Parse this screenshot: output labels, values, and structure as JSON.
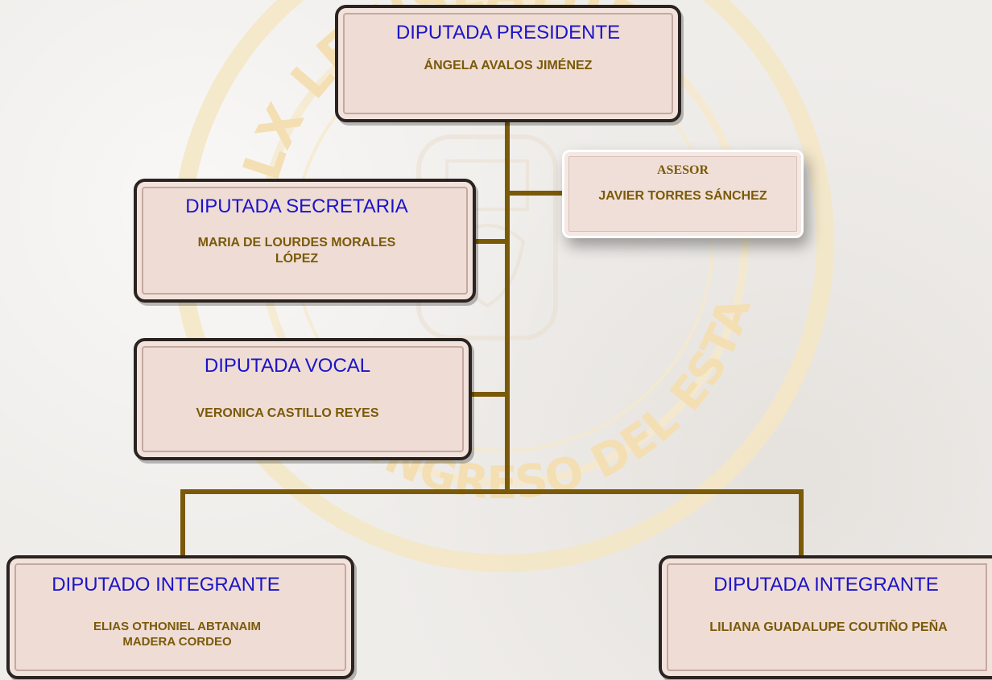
{
  "watermark": {
    "seal_text_top": "LX    LEGISLATURA",
    "seal_text_bottom": "H. CONGRESO DEL ESTADO DE TABASCO"
  },
  "colors": {
    "connector": "#7a5a08",
    "role_text": "#1b14c8",
    "name_text": "#7a5a08",
    "card_fill": "#efdcd5",
    "card_border": "#2a2320"
  },
  "president": {
    "role": "DIPUTADA PRESIDENTE",
    "name": "ÁNGELA AVALOS JIMÉNEZ"
  },
  "advisor": {
    "role": "ASESOR",
    "name": "JAVIER TORRES SÁNCHEZ"
  },
  "secretary": {
    "role": "DIPUTADA SECRETARIA",
    "name_line1": "MARIA DE LOURDES MORALES",
    "name_line2": "LÓPEZ"
  },
  "vocal": {
    "role": "DIPUTADA VOCAL",
    "name": "VERONICA CASTILLO REYES"
  },
  "member_left": {
    "role": "DIPUTADO INTEGRANTE",
    "name_line1": "ELIAS OTHONIEL ABTANAIM",
    "name_line2": "MADERA CORDEO"
  },
  "member_right": {
    "role": "DIPUTADA INTEGRANTE",
    "name": "LILIANA GUADALUPE COUTIÑO PEÑA"
  }
}
